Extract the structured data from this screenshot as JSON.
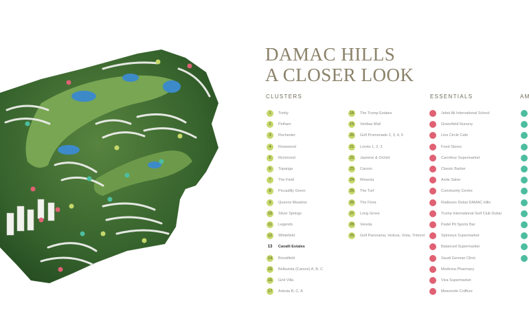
{
  "title": {
    "line1": "DAMAC HILLS",
    "line2": "A CLOSER LOOK"
  },
  "columns": {
    "clusters": "CLUSTERS",
    "essentials": "ESSENTIALS",
    "amenities": "AM"
  },
  "clusters_col1": [
    {
      "n": "1",
      "label": "Trinity"
    },
    {
      "n": "2",
      "label": "Pelham"
    },
    {
      "n": "3",
      "label": "Rochester"
    },
    {
      "n": "4",
      "label": "Rosewood"
    },
    {
      "n": "5",
      "label": "Richmond"
    },
    {
      "n": "6",
      "label": "Topanga"
    },
    {
      "n": "7",
      "label": "The Field"
    },
    {
      "n": "8",
      "label": "Piccadilly Green"
    },
    {
      "n": "9",
      "label": "Queens Meadow"
    },
    {
      "n": "10",
      "label": "Silver Springs"
    },
    {
      "n": "11",
      "label": "Legends"
    },
    {
      "n": "12",
      "label": "Whitefield"
    },
    {
      "n": "13",
      "label": "Cavalli Estates",
      "bold": true
    },
    {
      "n": "14",
      "label": "Brookfield"
    },
    {
      "n": "15",
      "label": "Bellavista (Carson) A, B, C"
    },
    {
      "n": "16",
      "label": "Grid Villa"
    },
    {
      "n": "17",
      "label": "Artesia B, C, A"
    }
  ],
  "clusters_col2": [
    {
      "n": "18",
      "label": "The Trump Estates"
    },
    {
      "n": "19",
      "label": "Veribas Mall"
    },
    {
      "n": "20",
      "label": "Golf Promenade 2, 3, 4, 5"
    },
    {
      "n": "21",
      "label": "Loreto 1, 2, 3"
    },
    {
      "n": "22",
      "label": "Jasmine & Orchid"
    },
    {
      "n": "23",
      "label": "Carson"
    },
    {
      "n": "24",
      "label": "Rhoesia"
    },
    {
      "n": "25",
      "label": "The Turf"
    },
    {
      "n": "26",
      "label": "The Flora"
    },
    {
      "n": "27",
      "label": "Long Grove"
    },
    {
      "n": "28",
      "label": "Vereda"
    },
    {
      "n": "29",
      "label": "Golf Panorama, Vedura, Vista, Trimont"
    }
  ],
  "essentials": [
    {
      "n": "",
      "label": "Jebel Ali International School"
    },
    {
      "n": "",
      "label": "Greenfield Nursery"
    },
    {
      "n": "",
      "label": "Line Circle Cafe"
    },
    {
      "n": "",
      "label": "Food Stores"
    },
    {
      "n": "",
      "label": "Carrefour Supermarket"
    },
    {
      "n": "",
      "label": "Classic Barber"
    },
    {
      "n": "",
      "label": "Ande Salon"
    },
    {
      "n": "",
      "label": "Community Centre"
    },
    {
      "n": "",
      "label": "Radisson Dubai DAMAC Hills"
    },
    {
      "n": "",
      "label": "Trump International Golf Club Dubai"
    },
    {
      "n": "",
      "label": "Padel Pit Sports Bar"
    },
    {
      "n": "",
      "label": "Spinneys Supermarket"
    },
    {
      "n": "",
      "label": "Balanced Supermarket"
    },
    {
      "n": "",
      "label": "Saudi German Clinic"
    },
    {
      "n": "",
      "label": "Medicina Pharmacy"
    },
    {
      "n": "",
      "label": "Viva Supermarket"
    },
    {
      "n": "",
      "label": "Mesoncito Coiffure"
    }
  ],
  "amenities": [
    {
      "n": "",
      "label": ""
    },
    {
      "n": "",
      "label": ""
    },
    {
      "n": "",
      "label": ""
    },
    {
      "n": "",
      "label": ""
    },
    {
      "n": "",
      "label": ""
    },
    {
      "n": "",
      "label": ""
    },
    {
      "n": "",
      "label": ""
    },
    {
      "n": "",
      "label": ""
    },
    {
      "n": "",
      "label": ""
    },
    {
      "n": "",
      "label": ""
    },
    {
      "n": "",
      "label": ""
    },
    {
      "n": "",
      "label": ""
    },
    {
      "n": "",
      "label": ""
    },
    {
      "n": "",
      "label": ""
    }
  ],
  "colors": {
    "cluster_marker": "#c6d86b",
    "essential_marker": "#e06173",
    "amenity_marker": "#4dbda0",
    "title": "#8a8169",
    "landscape": "#3f6b33",
    "water": "#3d8ac9"
  }
}
